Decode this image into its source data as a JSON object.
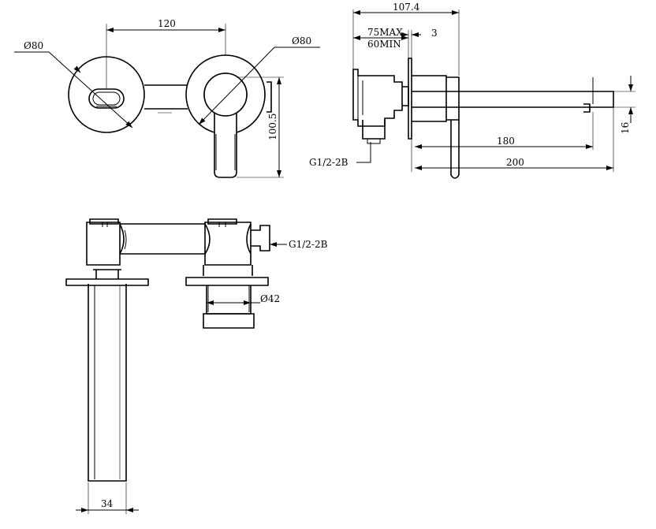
{
  "front_view": {
    "dims": {
      "spacing": "120",
      "left_diameter": "Ø80",
      "right_diameter": "Ø80",
      "height": "100.5"
    }
  },
  "side_view": {
    "dims": {
      "depth": "107.4",
      "wall_max": "75MAX",
      "wall_min": "60MIN",
      "plate": "3",
      "spout_reach": "180",
      "overall_length": "200",
      "spout_height": "16",
      "inlet_thread": "G1/2-2B"
    }
  },
  "top_view": {
    "dims": {
      "inlet_thread": "G1/2-2B",
      "body_diameter": "Ø42",
      "spout_width": "34"
    }
  }
}
